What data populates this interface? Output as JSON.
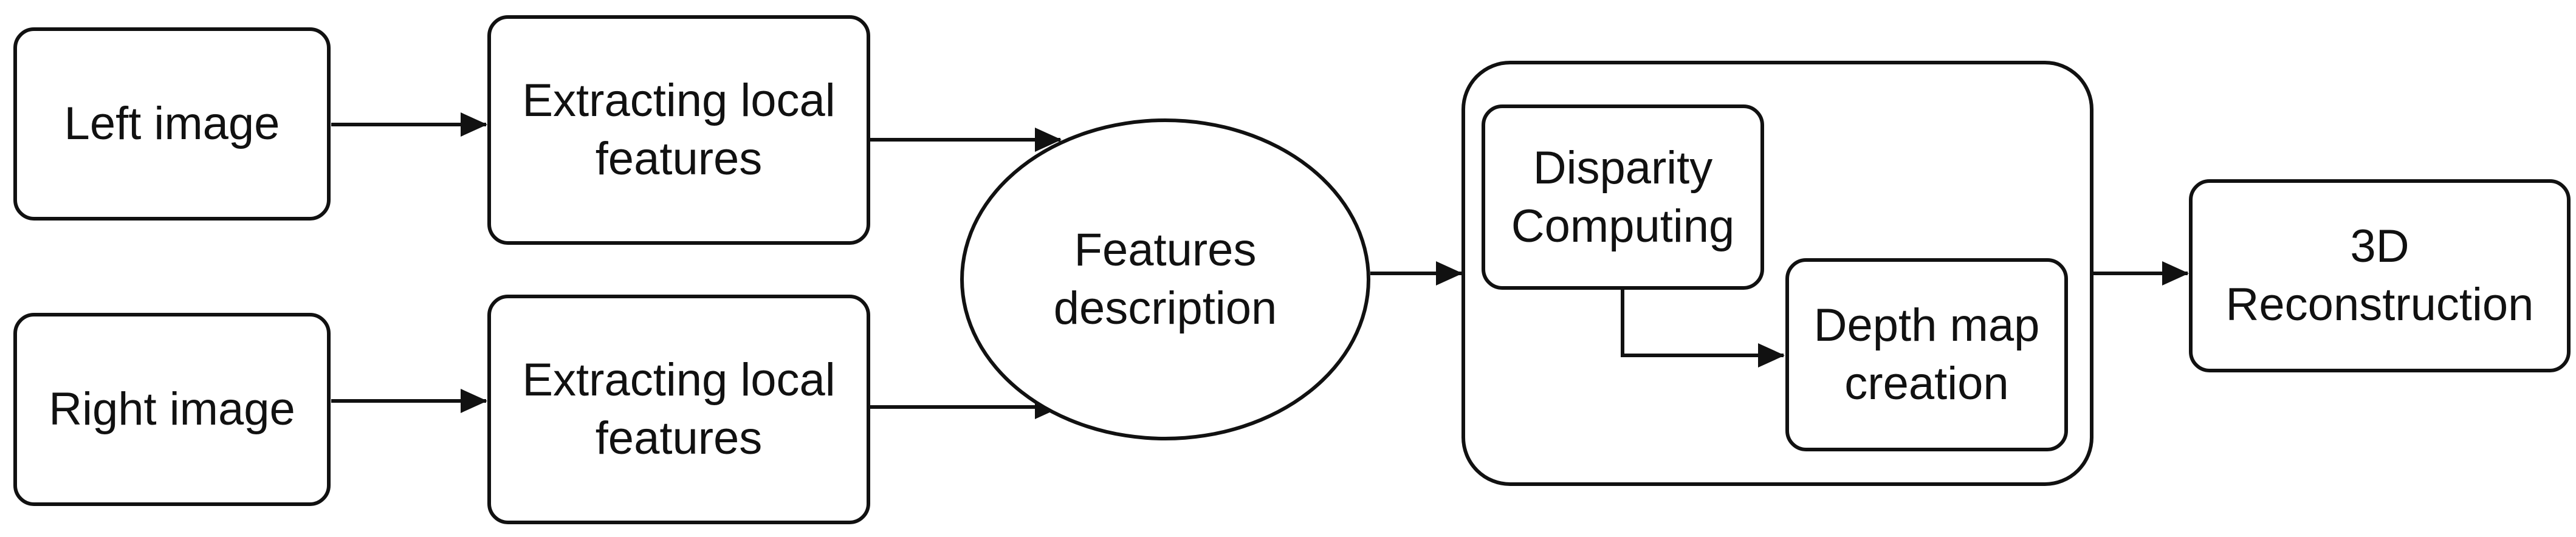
{
  "diagram": {
    "nodes": {
      "left_image": "Left image",
      "right_image": "Right image",
      "extract_top": "Extracting local\nfeatures",
      "extract_bottom": "Extracting local\nfeatures",
      "features_description": "Features\ndescription",
      "disparity": "Disparity\nComputing",
      "depth_map": "Depth map\ncreation",
      "reconstruction": "3D Reconstruction"
    },
    "edges": [
      {
        "from": "left_image",
        "to": "extract_top"
      },
      {
        "from": "right_image",
        "to": "extract_bottom"
      },
      {
        "from": "extract_top",
        "to": "features_description"
      },
      {
        "from": "extract_bottom",
        "to": "features_description"
      },
      {
        "from": "features_description",
        "to": "stereo_group"
      },
      {
        "from": "disparity",
        "to": "depth_map"
      },
      {
        "from": "stereo_group",
        "to": "reconstruction"
      }
    ],
    "colors": {
      "stroke": "#111111",
      "fill": "#ffffff",
      "text": "#111111"
    }
  }
}
